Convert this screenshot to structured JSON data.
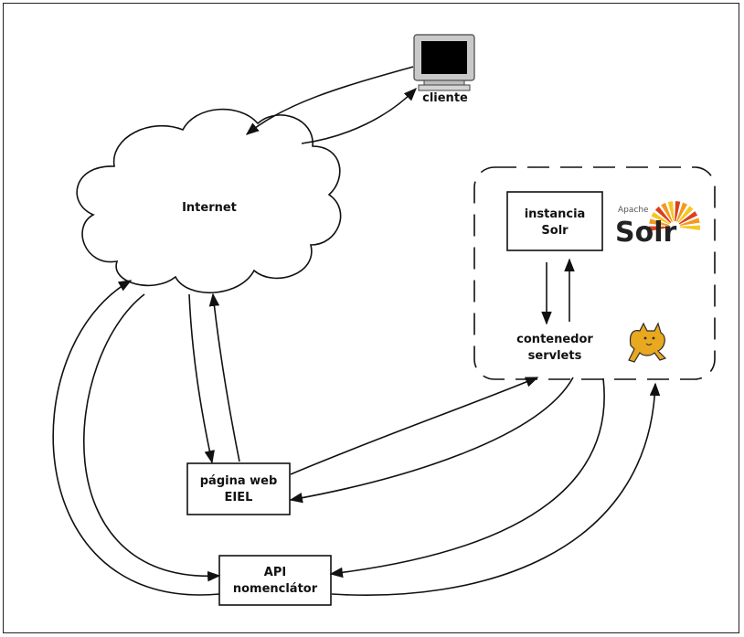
{
  "nodes": {
    "client": {
      "label": "cliente"
    },
    "internet": {
      "label": "Internet"
    },
    "solr_instance": {
      "line1": "instancia",
      "line2": "Solr"
    },
    "servlet_container": {
      "line1": "contenedor",
      "line2": "servlets"
    },
    "web_page": {
      "line1": "página web",
      "line2": "EIEL"
    },
    "api": {
      "line1": "API",
      "line2": "nomenclátor"
    }
  },
  "logos": {
    "solr": {
      "small": "Apache",
      "big": "Solr",
      "colors": [
        "#d9411e",
        "#f29a1f",
        "#f7c623"
      ]
    },
    "tomcat": {
      "name": "tomcat-cat-logo",
      "colors": [
        "#e8a81f",
        "#2b2b2b"
      ]
    }
  }
}
